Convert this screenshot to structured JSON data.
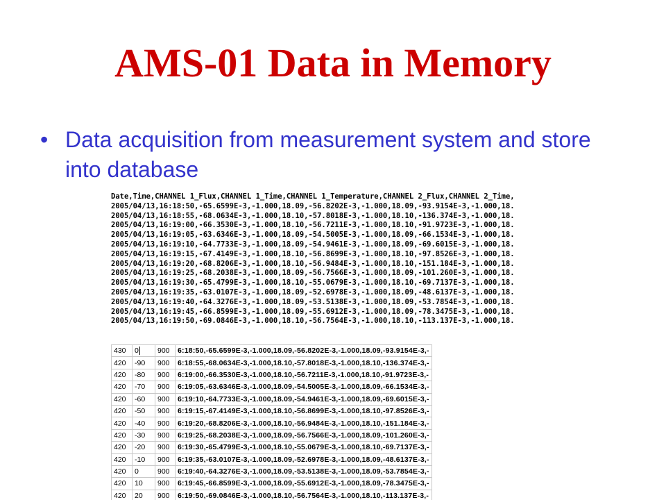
{
  "slide": {
    "title": "AMS-01 Data in Memory",
    "bullet": "Data acquisition from measurement system and store into database"
  },
  "text_dump": {
    "lines": [
      "Date,Time,CHANNEL 1_Flux,CHANNEL 1_Time,CHANNEL 1_Temperature,CHANNEL 2_Flux,CHANNEL 2_Time,",
      "2005/04/13,16:18:50,-65.6599E-3,-1.000,18.09,-56.8202E-3,-1.000,18.09,-93.9154E-3,-1.000,18.",
      "2005/04/13,16:18:55,-68.0634E-3,-1.000,18.10,-57.8018E-3,-1.000,18.10,-136.374E-3,-1.000,18.",
      "2005/04/13,16:19:00,-66.3530E-3,-1.000,18.10,-56.7211E-3,-1.000,18.10,-91.9723E-3,-1.000,18.",
      "2005/04/13,16:19:05,-63.6346E-3,-1.000,18.09,-54.5005E-3,-1.000,18.09,-66.1534E-3,-1.000,18.",
      "2005/04/13,16:19:10,-64.7733E-3,-1.000,18.09,-54.9461E-3,-1.000,18.09,-69.6015E-3,-1.000,18.",
      "2005/04/13,16:19:15,-67.4149E-3,-1.000,18.10,-56.8699E-3,-1.000,18.10,-97.8526E-3,-1.000,18.",
      "2005/04/13,16:19:20,-68.8206E-3,-1.000,18.10,-56.9484E-3,-1.000,18.10,-151.184E-3,-1.000,18.",
      "2005/04/13,16:19:25,-68.2038E-3,-1.000,18.09,-56.7566E-3,-1.000,18.09,-101.260E-3,-1.000,18.",
      "2005/04/13,16:19:30,-65.4799E-3,-1.000,18.10,-55.0679E-3,-1.000,18.10,-69.7137E-3,-1.000,18.",
      "2005/04/13,16:19:35,-63.0107E-3,-1.000,18.09,-52.6978E-3,-1.000,18.09,-48.6137E-3,-1.000,18.",
      "2005/04/13,16:19:40,-64.3276E-3,-1.000,18.09,-53.5138E-3,-1.000,18.09,-53.7854E-3,-1.000,18.",
      "2005/04/13,16:19:45,-66.8599E-3,-1.000,18.09,-55.6912E-3,-1.000,18.09,-78.3475E-3,-1.000,18.",
      "2005/04/13,16:19:50,-69.0846E-3,-1.000,18.10,-56.7564E-3,-1.000,18.10,-113.137E-3,-1.000,18."
    ]
  },
  "grid": {
    "rows": [
      [
        "430",
        "0",
        "900",
        "6:18:50,-65.6599E-3,-1.000,18.09,-56.8202E-3,-1.000,18.09,-93.9154E-3,-"
      ],
      [
        "420",
        "-90",
        "900",
        "6:18:55,-68.0634E-3,-1.000,18.10,-57.8018E-3,-1.000,18.10,-136.374E-3,-"
      ],
      [
        "420",
        "-80",
        "900",
        "6:19:00,-66.3530E-3,-1.000,18.10,-56.7211E-3,-1.000,18.10,-91.9723E-3,-"
      ],
      [
        "420",
        "-70",
        "900",
        "6:19:05,-63.6346E-3,-1.000,18.09,-54.5005E-3,-1.000,18.09,-66.1534E-3,-"
      ],
      [
        "420",
        "-60",
        "900",
        "6:19:10,-64.7733E-3,-1.000,18.09,-54.9461E-3,-1.000,18.09,-69.6015E-3,-"
      ],
      [
        "420",
        "-50",
        "900",
        "6:19:15,-67.4149E-3,-1.000,18.10,-56.8699E-3,-1.000,18.10,-97.8526E-3,-"
      ],
      [
        "420",
        "-40",
        "900",
        "6:19:20,-68.8206E-3,-1.000,18.10,-56.9484E-3,-1.000,18.10,-151.184E-3,-"
      ],
      [
        "420",
        "-30",
        "900",
        "6:19:25,-68.2038E-3,-1.000,18.09,-56.7566E-3,-1.000,18.09,-101.260E-3,-"
      ],
      [
        "420",
        "-20",
        "900",
        "6:19:30,-65.4799E-3,-1.000,18.10,-55.0679E-3,-1.000,18.10,-69.7137E-3,-"
      ],
      [
        "420",
        "-10",
        "900",
        "6:19:35,-63.0107E-3,-1.000,18.09,-52.6978E-3,-1.000,18.09,-48.6137E-3,-"
      ],
      [
        "420",
        "0",
        "900",
        "6:19:40,-64.3276E-3,-1.000,18.09,-53.5138E-3,-1.000,18.09,-53.7854E-3,-"
      ],
      [
        "420",
        "10",
        "900",
        "6:19:45,-66.8599E-3,-1.000,18.09,-55.6912E-3,-1.000,18.09,-78.3475E-3,-"
      ],
      [
        "420",
        "20",
        "900",
        "6:19:50,-69.0846E-3,-1.000,18.10,-56.7564E-3,-1.000,18.10,-113.137E-3,-"
      ]
    ]
  }
}
